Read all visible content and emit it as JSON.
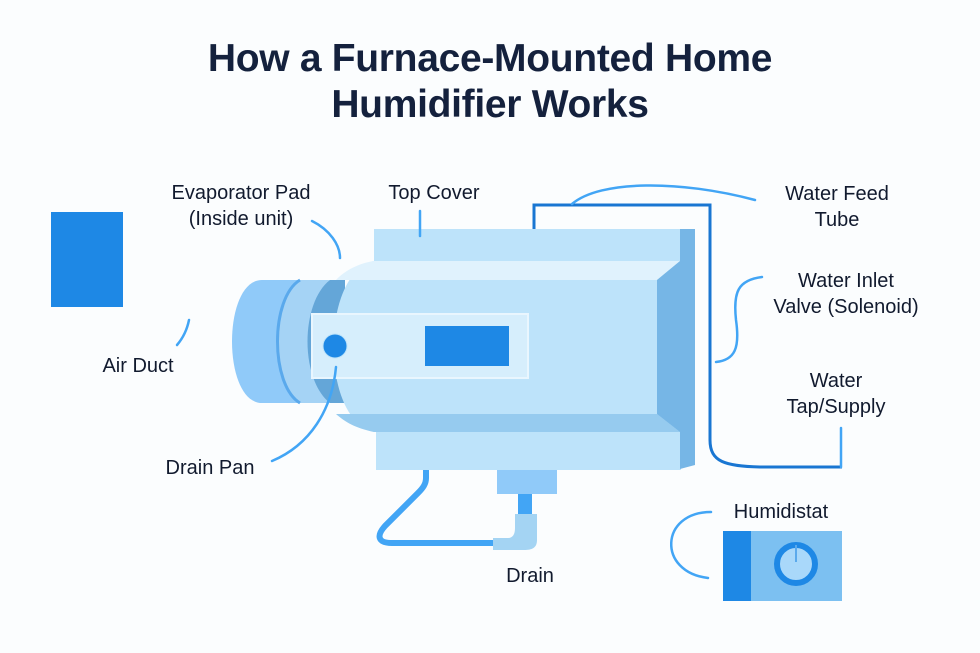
{
  "title": {
    "line1": "How a Furnace-Mounted Home",
    "line2": "Humidifier Works"
  },
  "labels": {
    "evaporator_pad": {
      "line1": "Evaporator Pad",
      "line2": "(Inside unit)"
    },
    "top_cover": "Top Cover",
    "air_duct": "Air Duct",
    "drain_pan": "Drain Pan",
    "water_feed_tube": {
      "line1": "Water Feed",
      "line2": "Tube"
    },
    "water_inlet_valve": {
      "line1": "Water Inlet",
      "line2": "Valve (Solenoid)"
    },
    "water_tap_supply": {
      "line1": "Water",
      "line2": "Tap/Supply"
    },
    "drain": "Drain",
    "humidistat": "Humidistat"
  },
  "colors": {
    "title": "#14213d",
    "label_text": "#111a2e",
    "background": "#fbfdfe",
    "accent_blue": "#1e88e5",
    "leader_line": "#42a5f5",
    "body_light": "#bbdefb",
    "body_mid": "#90caf9",
    "body_dark": "#64a6d8",
    "tube": "#1976d2"
  }
}
